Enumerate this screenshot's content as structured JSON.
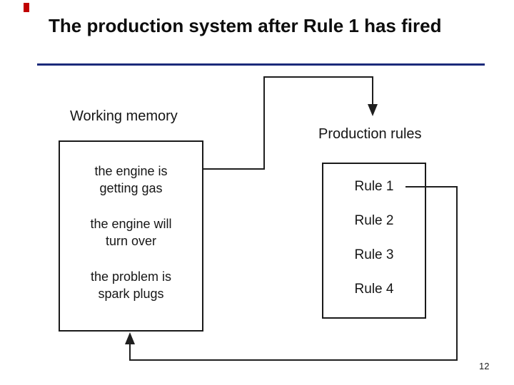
{
  "slide": {
    "title": "The production system after Rule 1 has fired",
    "page_number": "12",
    "accent_bar_color": "#c00000",
    "title_underline_color": "#1b2a7a",
    "line_color": "#1f1f1f"
  },
  "working_memory": {
    "label": "Working memory",
    "facts": [
      {
        "line1": "the engine is",
        "line2": "getting gas"
      },
      {
        "line1": "the engine will",
        "line2": "turn over"
      },
      {
        "line1": "the problem is",
        "line2": "spark plugs"
      }
    ]
  },
  "production_rules": {
    "label": "Production rules",
    "rules": [
      {
        "label": "Rule 1"
      },
      {
        "label": "Rule 2"
      },
      {
        "label": "Rule 3"
      },
      {
        "label": "Rule 4"
      }
    ]
  }
}
